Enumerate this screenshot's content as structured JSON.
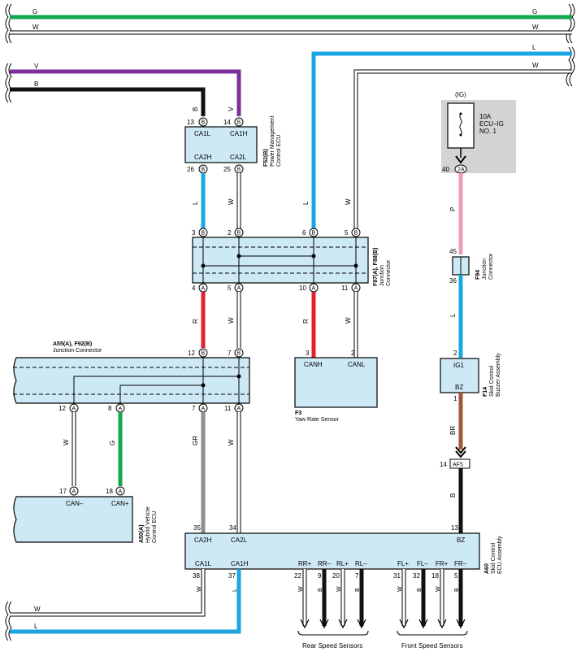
{
  "colors": {
    "G": "#14a84c",
    "W": "#ffffff",
    "V": "#7a2f9c",
    "B": "#111111",
    "L": "#1aa6e0",
    "R": "#e0222a",
    "P": "#f19ac0",
    "GR": "#8f8f8f",
    "BR": "#a5563a",
    "box": "#cde9f6",
    "fuse_bg": "#d3d3d3"
  },
  "top_wires": [
    {
      "label_left": "G",
      "label_right": "G"
    },
    {
      "label_left": "W",
      "label_right": "W"
    },
    {
      "label_right": "L"
    },
    {
      "label_right": "W"
    },
    {
      "label_left": "V"
    },
    {
      "label_left": "B"
    }
  ],
  "power_ecu": {
    "code": "F52(B)",
    "name_line1": "Power Management",
    "name_line2": "Control ECU",
    "pins_top": [
      {
        "num": "13",
        "conn": "B",
        "name": "CA1L",
        "wire": "B"
      },
      {
        "num": "14",
        "conn": "B",
        "name": "CA1H",
        "wire": "V"
      }
    ],
    "pins_bottom": [
      {
        "num": "26",
        "conn": "B",
        "name": "CA2H",
        "wire": "L"
      },
      {
        "num": "25",
        "conn": "B",
        "name": "CA2L",
        "wire": "W"
      }
    ]
  },
  "jc_f87": {
    "code": "F87(A), F88(B)",
    "name_line1": "Junction",
    "name_line2": "Connector",
    "pins_top": [
      {
        "num": "3",
        "conn": "B"
      },
      {
        "num": "2",
        "conn": "B"
      },
      {
        "num": "6",
        "conn": "B"
      },
      {
        "num": "5",
        "conn": "B"
      }
    ],
    "pins_bottom": [
      {
        "num": "4",
        "conn": "A"
      },
      {
        "num": "5",
        "conn": "A"
      },
      {
        "num": "10",
        "conn": "A"
      },
      {
        "num": "11",
        "conn": "A"
      }
    ],
    "wire_labels": [
      "L",
      "W",
      "R",
      "W",
      "L",
      "W",
      "R",
      "W"
    ]
  },
  "jc_a55": {
    "code": "A55(A), F92(B)",
    "name": "Junction Connector",
    "pins_top": [
      {
        "num": "12",
        "conn": "B"
      },
      {
        "num": "7",
        "conn": "B"
      }
    ],
    "pins_bottom": [
      {
        "num": "12",
        "conn": "A"
      },
      {
        "num": "8",
        "conn": "A"
      },
      {
        "num": "7",
        "conn": "A"
      },
      {
        "num": "11",
        "conn": "A"
      }
    ],
    "wire_labels": [
      "W",
      "G",
      "GR",
      "W"
    ]
  },
  "yaw_sensor": {
    "code": "F3",
    "name": "Yaw Rate Sensor",
    "pins": [
      {
        "num": "3",
        "name": "CANH"
      },
      {
        "num": "2",
        "name": "CANL"
      }
    ]
  },
  "fuse": {
    "tag": "(IG)",
    "rating": "10A",
    "name_line1": "ECU–IG",
    "name_line2": "NO. 1",
    "pin_num": "40",
    "pin_conn": "2A",
    "wire": "P"
  },
  "jc_f94": {
    "code": "F94",
    "name_line1": "Junction",
    "name_line2": "Connector",
    "pin_top": "45",
    "pin_bottom": "36",
    "wire": "L"
  },
  "buzzer": {
    "code": "F14",
    "name_line1": "Skid Control",
    "name_line2": "Buzzer Assembly",
    "pin_top_num": "2",
    "pin_top_name": "IG1",
    "pin_bottom_num": "1",
    "pin_bottom_name": "BZ",
    "wire": "BR"
  },
  "af5": {
    "pin_num": "14",
    "label": "AF5",
    "wire": "B",
    "pin_ecu": "13"
  },
  "hv_ecu": {
    "code": "A50(A)",
    "name_line1": "Hybrid Vehicle",
    "name_line2": "Control ECU",
    "pins": [
      {
        "num": "17",
        "conn": "A",
        "name": "CAN–"
      },
      {
        "num": "18",
        "conn": "A",
        "name": "CAN+"
      }
    ]
  },
  "skid_ecu": {
    "code": "A60",
    "name_line1": "Skid Control",
    "name_line2": "ECU Assembly",
    "pins_top": [
      {
        "num": "35",
        "name": "CA2H"
      },
      {
        "num": "34",
        "name": "CA2L"
      },
      {
        "num": "13",
        "name": "BZ"
      }
    ],
    "pins_bottom": [
      {
        "num": "38",
        "name": "CA1L",
        "wire": "W"
      },
      {
        "num": "37",
        "name": "CA1H",
        "wire": "L"
      },
      {
        "num": "22",
        "name": "RR+",
        "wire": "W"
      },
      {
        "num": "9",
        "name": "RR–",
        "wire": "B"
      },
      {
        "num": "20",
        "name": "RL+",
        "wire": "W"
      },
      {
        "num": "7",
        "name": "RL–",
        "wire": "B"
      },
      {
        "num": "31",
        "name": "FL+",
        "wire": "W"
      },
      {
        "num": "32",
        "name": "FL–",
        "wire": "B"
      },
      {
        "num": "18",
        "name": "FR+",
        "wire": "W"
      },
      {
        "num": "5",
        "name": "FR–",
        "wire": "B"
      }
    ]
  },
  "bottom_wires": [
    {
      "label": "W"
    },
    {
      "label": "L"
    }
  ],
  "sensors": {
    "rear": "Rear Speed Sensors",
    "front": "Front Speed Sensors"
  }
}
